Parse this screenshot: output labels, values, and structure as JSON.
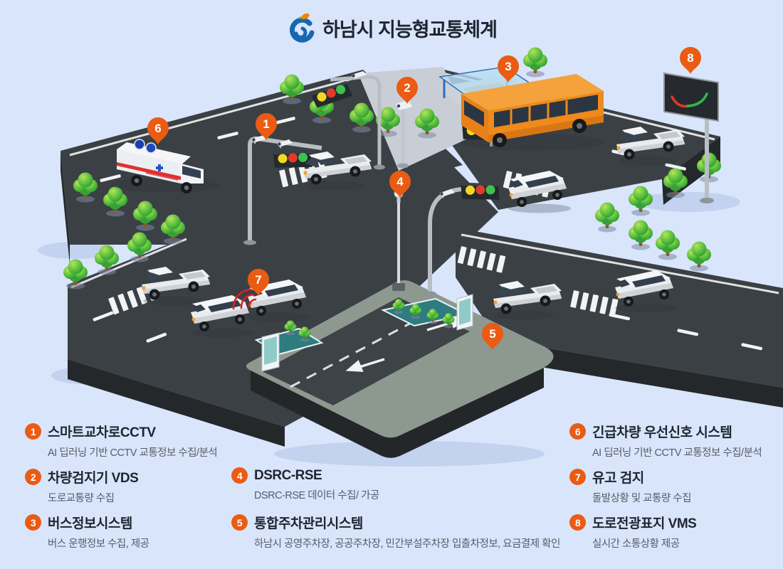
{
  "header": {
    "title": "하남시 지능형교통체계"
  },
  "colors": {
    "background": "#d9e5fb",
    "accent_orange": "#ea5b13",
    "road": "#3b4045",
    "parking_surface": "#8d998f",
    "bus_orange": "#ef8a1c",
    "logo_blue": "#1668b0",
    "logo_leaf_orange": "#f08300"
  },
  "scene": {
    "markers": [
      {
        "number": "1"
      },
      {
        "number": "2"
      },
      {
        "number": "3"
      },
      {
        "number": "4"
      },
      {
        "number": "5"
      },
      {
        "number": "6"
      },
      {
        "number": "7"
      },
      {
        "number": "8"
      }
    ]
  },
  "legend": {
    "items": [
      {
        "number": "1",
        "title": "스마트교차로CCTV",
        "desc": "AI 딥러닝 기반 CCTV 교통정보 수집/분석"
      },
      {
        "number": "2",
        "title": "차량검지기 VDS",
        "desc": "도로교통량 수집"
      },
      {
        "number": "3",
        "title": "버스정보시스템",
        "desc": "버스 운행정보 수집, 제공"
      },
      {
        "number": "4",
        "title": "DSRC-RSE",
        "desc": "DSRC-RSE 데이터 수집/ 가공"
      },
      {
        "number": "5",
        "title": "통합주차관리시스템",
        "desc": "하남시 공영주차장, 공공주차장, 민간부설주차장 입출차정보, 요금결제 확인"
      },
      {
        "number": "6",
        "title": "긴급차량 우선신호 시스템",
        "desc": "AI 딥러닝 기반 CCTV 교통정보 수집/분석"
      },
      {
        "number": "7",
        "title": "유고 검지",
        "desc": "돌발상황 및 교통량 수집"
      },
      {
        "number": "8",
        "title": "도로전광표지 VMS",
        "desc": "실시간 소통상황 제공"
      }
    ]
  }
}
